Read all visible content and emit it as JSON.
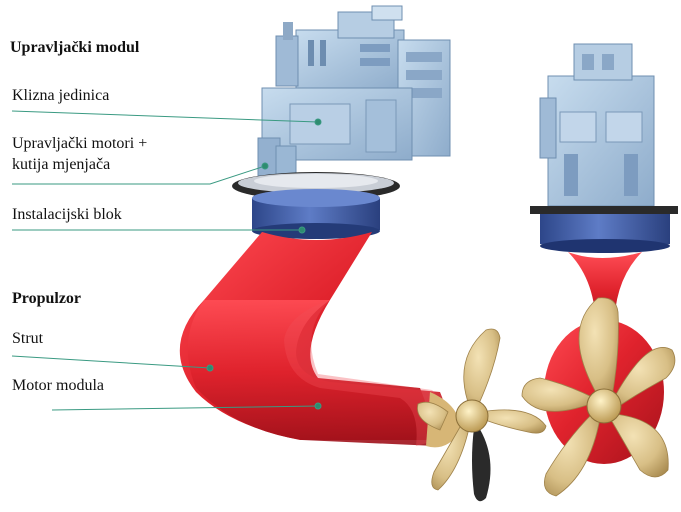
{
  "sections": {
    "control_module": {
      "heading": "Upravljački modul",
      "sliding_unit": "Klizna jedinica",
      "steering_motors_line1": "Upravljački motori +",
      "steering_motors_line2": "kutija mjenjača",
      "installation_block": "Instalacijski blok"
    },
    "propulsor": {
      "heading": "Propulzor",
      "strut": "Strut",
      "motor_module": "Motor modula"
    }
  },
  "colors": {
    "housing_red": "#e0232d",
    "housing_red_dark": "#a6121b",
    "flange_blue": "#3d5aa8",
    "module_blue": "#a9c3dc",
    "propeller_gold": "#d8bf86",
    "leader_line": "#3a9a82"
  }
}
